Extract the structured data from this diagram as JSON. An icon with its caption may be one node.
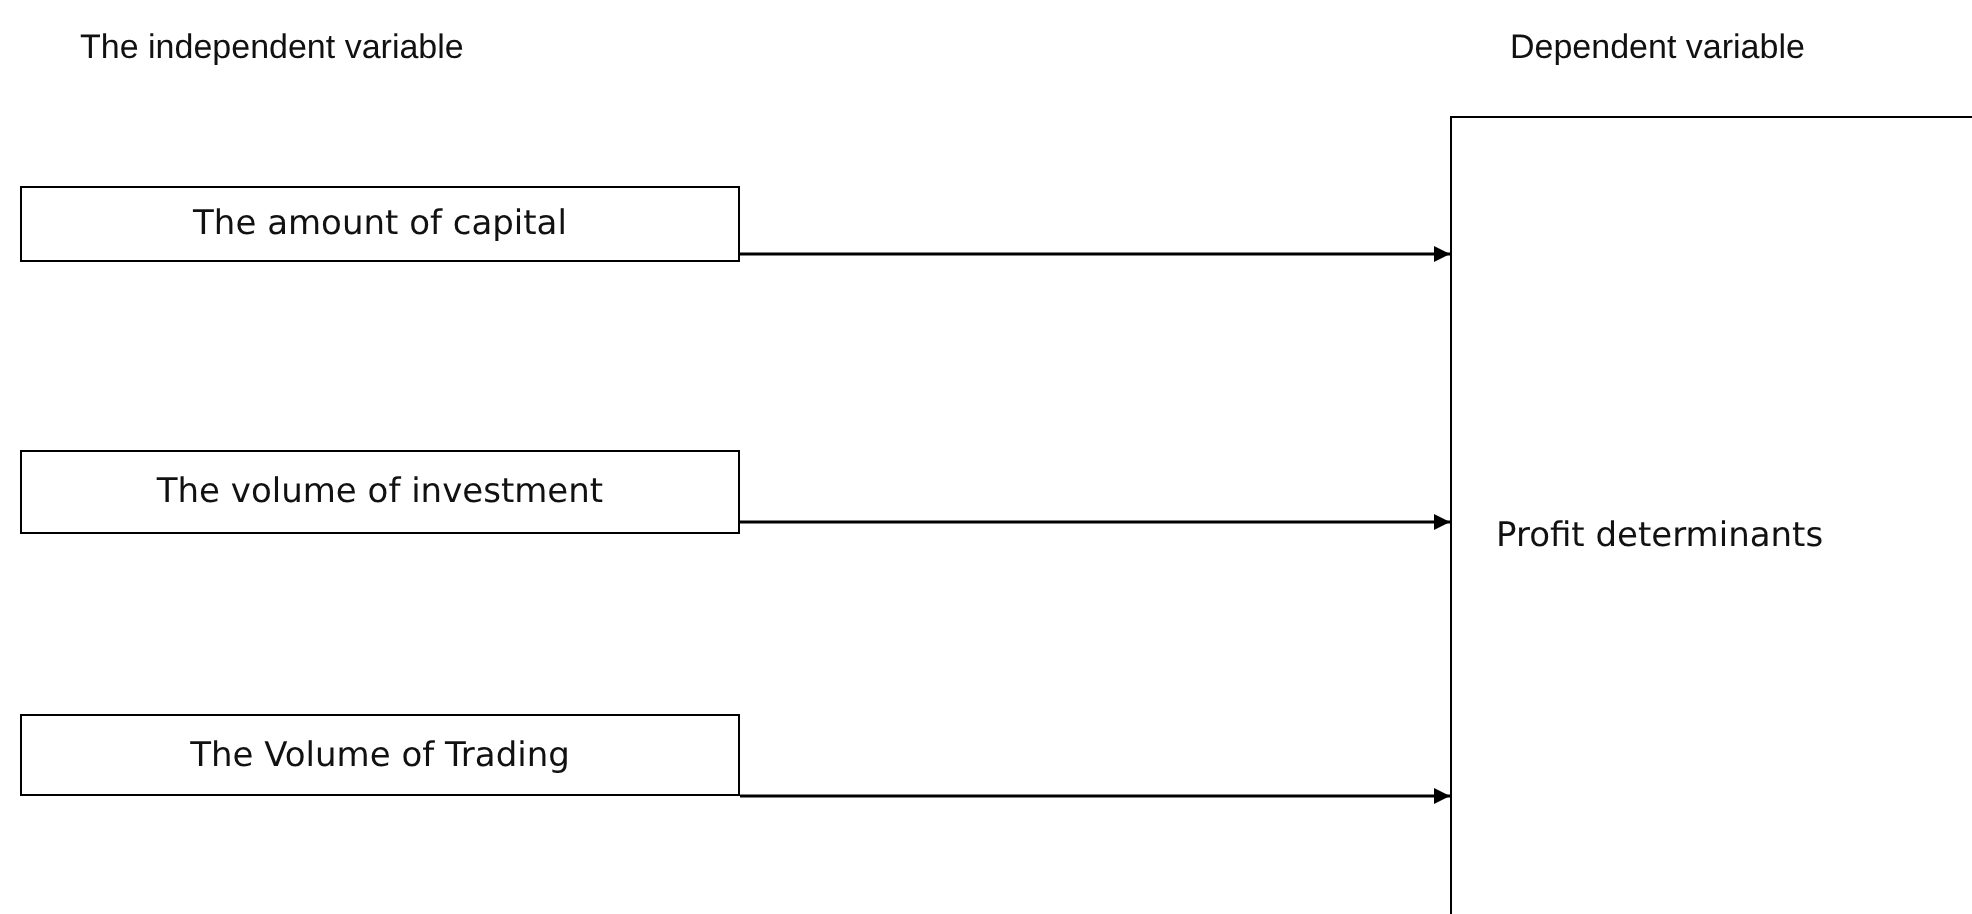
{
  "diagram": {
    "nodes": [
      {
        "text": [
          "The amount of capital"
        ]
      },
      {
        "text": [
          "The volume of investment"
        ]
      },
      {
        "text": [
          "The Volume of Trading"
        ]
      },
      {
        "text": [
          "Profit determinants"
        ]
      }
    ],
    "edges": [
      {
        "from": 0,
        "to": 3,
        "arrow": "to"
      },
      {
        "from": 1,
        "to": 3,
        "arrow": "to"
      },
      {
        "from": 2,
        "to": 3,
        "arrow": "to"
      }
    ],
    "labels": [
      "The independent variable",
      "Dependent variable"
    ]
  }
}
